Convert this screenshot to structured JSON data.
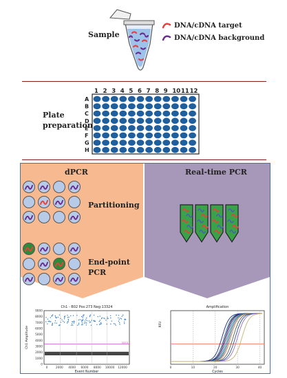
{
  "sample": {
    "label": "Sample",
    "legend": [
      {
        "text": "DNA/cDNA target",
        "color": "#e8403a"
      },
      {
        "text": "DNA/cDNA background",
        "color": "#6a2d8f"
      }
    ]
  },
  "plate": {
    "label_line1": "Plate",
    "label_line2": "preparation",
    "columns": [
      "1",
      "2",
      "3",
      "4",
      "5",
      "6",
      "7",
      "8",
      "9",
      "10",
      "11",
      "12"
    ],
    "rows": [
      "A",
      "B",
      "C",
      "D",
      "E",
      "F",
      "G",
      "H"
    ],
    "well_color": "#1f5f9e"
  },
  "dpcr": {
    "title": "dPCR",
    "partitioning_label": "Partitioning",
    "endpoint_line1": "End-point",
    "endpoint_line2": "PCR",
    "bg_color": "#f7b98f"
  },
  "rtpcr": {
    "title": "Real-time PCR",
    "bg_color": "#a797b8"
  },
  "ddpcr_plot": {
    "title": "Ch1 - B02 Pos:273 Neg:13324",
    "ylabel": "Ch1 Amplitude",
    "xlabel": "Event Number",
    "y_ticks": [
      "9000",
      "8000",
      "7000",
      "6000",
      "5000",
      "4000",
      "3000",
      "2000",
      "1000",
      "0"
    ],
    "x_ticks": [
      "0",
      "2000",
      "4000",
      "6000",
      "8000",
      "10000",
      "12000"
    ],
    "threshold_label": "3373"
  },
  "amp_plot": {
    "title": "Amplification",
    "ylabel": "RFU",
    "xlabel": "Cycles",
    "x_ticks": [
      "0",
      "10",
      "20",
      "30",
      "40"
    ]
  }
}
